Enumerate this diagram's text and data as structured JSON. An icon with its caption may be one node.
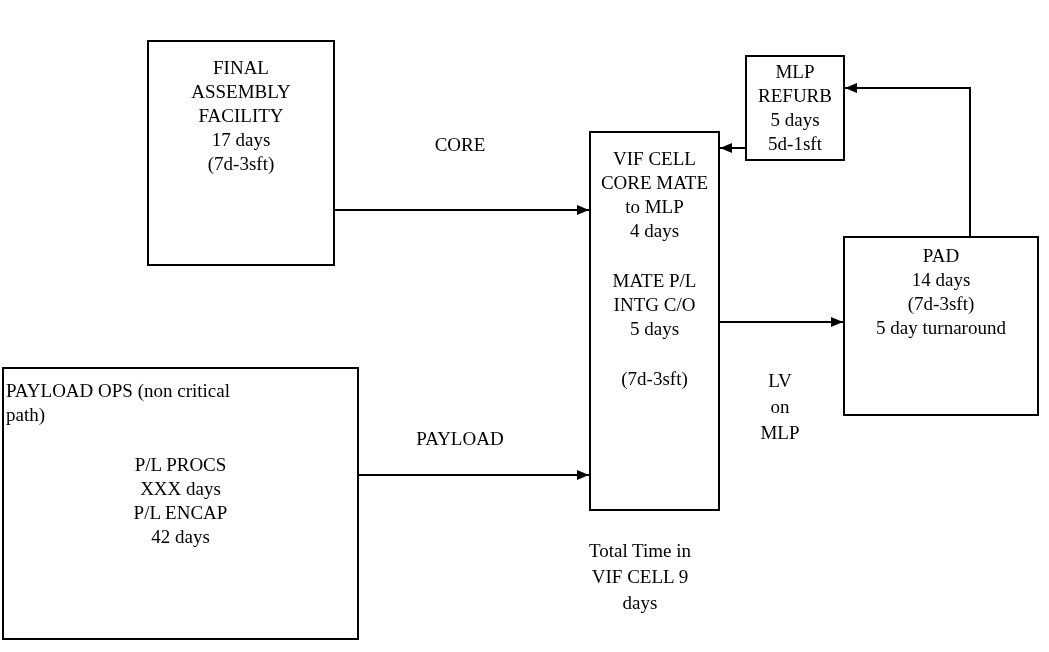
{
  "diagram": {
    "nodes": [
      {
        "text": [
          "FINAL ASSEMBLY FACILITY",
          "17 days",
          "(7d-3sft)"
        ]
      },
      {
        "text": [
          "VIF CELL CORE MATE to MLP",
          "4 days",
          "MATE P/L INTG C/O",
          "5 days",
          "(7d-3sft)"
        ],
        "beside": [
          "Total Time in VIF CELL 9 days"
        ]
      },
      {
        "text": [
          "MLP REFURB",
          "5 days",
          "5d-1sft"
        ]
      },
      {
        "text": [
          "PAD",
          "14 days",
          "(7d-3sft)",
          "5 day turnaround"
        ]
      },
      {
        "text": [
          "PAYLOAD OPS (non critical path)",
          "P/L PROCS",
          "XXX days",
          "P/L ENCAP",
          "42 days"
        ]
      }
    ],
    "edges": [
      {
        "from": 0,
        "to": 1,
        "arrow": "to",
        "label": "CORE"
      },
      {
        "from": 2,
        "to": 1,
        "arrow": "to"
      },
      {
        "from": 3,
        "to": 2,
        "arrow": "to"
      },
      {
        "from": 1,
        "to": 3,
        "arrow": "to",
        "label": "LV on MLP"
      },
      {
        "from": 4,
        "to": 1,
        "arrow": "to",
        "label": "PAYLOAD"
      }
    ]
  }
}
